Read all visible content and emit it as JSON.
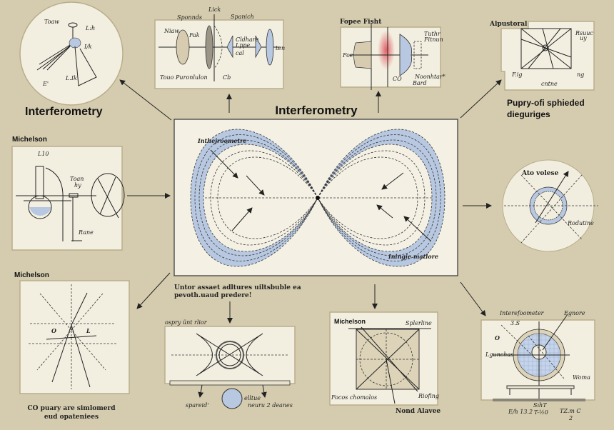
{
  "center": {
    "title": "Interferometry",
    "label_top": "Inthejroometre",
    "label_bottom": "Iningie matlore",
    "caption_line1": "Untor assaet adltures uiltsbuble ea",
    "caption_line2": "pevoth.uaud predere!"
  },
  "top_left": {
    "title": "Interferometry",
    "labels": [
      "Toaw",
      "L:h",
      "I/k",
      "L.Ik",
      "E'"
    ]
  },
  "lens_panel": {
    "labels": [
      "Lick",
      "Sponnds",
      "Spanich",
      "Niaw",
      "Fak",
      "Cldhare",
      "Lppe",
      "cal",
      "Touo Puronlulon",
      "Cb",
      "ten"
    ]
  },
  "focus_panel": {
    "title": "Fopee Fisht",
    "labels": [
      "Foe",
      "Tuthr",
      "Fitnun",
      "CO",
      "Noonhtar*",
      "Bard"
    ]
  },
  "top_right": {
    "title": "Alpustoral",
    "labels": [
      "Rsuuc",
      "uy",
      "F.ig",
      "ng",
      "cntne"
    ],
    "caption_line1": "Pupry-ofi sphieded",
    "caption_line2": "dieguriges"
  },
  "michelson_left": {
    "title": "Michelson",
    "labels": [
      "L10",
      "Toan",
      "hy",
      "Rane"
    ]
  },
  "right_circle": {
    "labels": [
      "Ato volese",
      "Rodutine"
    ]
  },
  "michelson_bottom": {
    "title": "Michelson",
    "labels": [
      "O",
      "L"
    ],
    "caption_line1": "CO puary are simlomerd",
    "caption_line2": "eud opateniees"
  },
  "bottom_mid": {
    "title": "ospry ünt rlior",
    "labels": [
      "spareid'",
      "elltue",
      "neuru 2 deanes"
    ]
  },
  "michelson_square": {
    "title": "Michelson",
    "labels": [
      "Splerline",
      "Focos chomalos",
      "Riofing",
      "Nond Alavee"
    ]
  },
  "interferometer_panel": {
    "title": "Interefoometer",
    "labels": [
      "3.S",
      "Egnore",
      "O",
      "Lgunchas",
      "Woma",
      "E/h 13.2",
      "SıhT",
      "T-½0",
      "TZ.m C",
      "2"
    ]
  },
  "colors": {
    "background": "#d5ccaf",
    "panel": "#f3efe0",
    "accent_blue": "#b8c8e0",
    "accent_red": "#e0505a"
  }
}
